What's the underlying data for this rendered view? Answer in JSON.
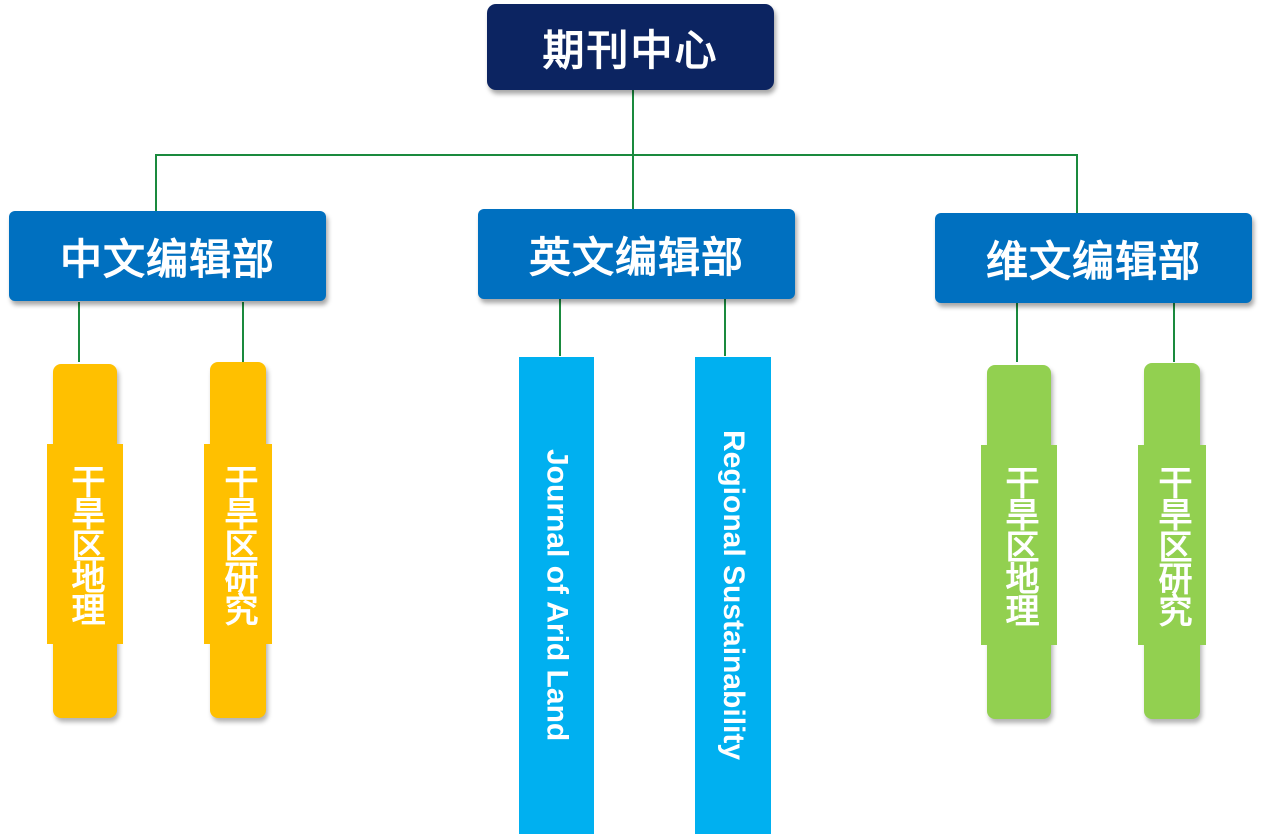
{
  "root": {
    "label": "期刊中心"
  },
  "departments": [
    {
      "label": "中文编辑部",
      "journals": [
        "干旱区地理",
        "干旱区研究"
      ]
    },
    {
      "label": "英文编辑部",
      "journals": [
        "Journal of Arid Land",
        "Regional Sustainability"
      ]
    },
    {
      "label": "维文编辑部",
      "journals": [
        "干旱区地理",
        "干旱区研究"
      ]
    }
  ],
  "colors": {
    "root": "#0c2461",
    "department": "#0070c0",
    "chinese_journal": "#ffc000",
    "english_journal": "#00b0f0",
    "uyghur_journal": "#92d050",
    "connector": "#1a8a3e"
  }
}
